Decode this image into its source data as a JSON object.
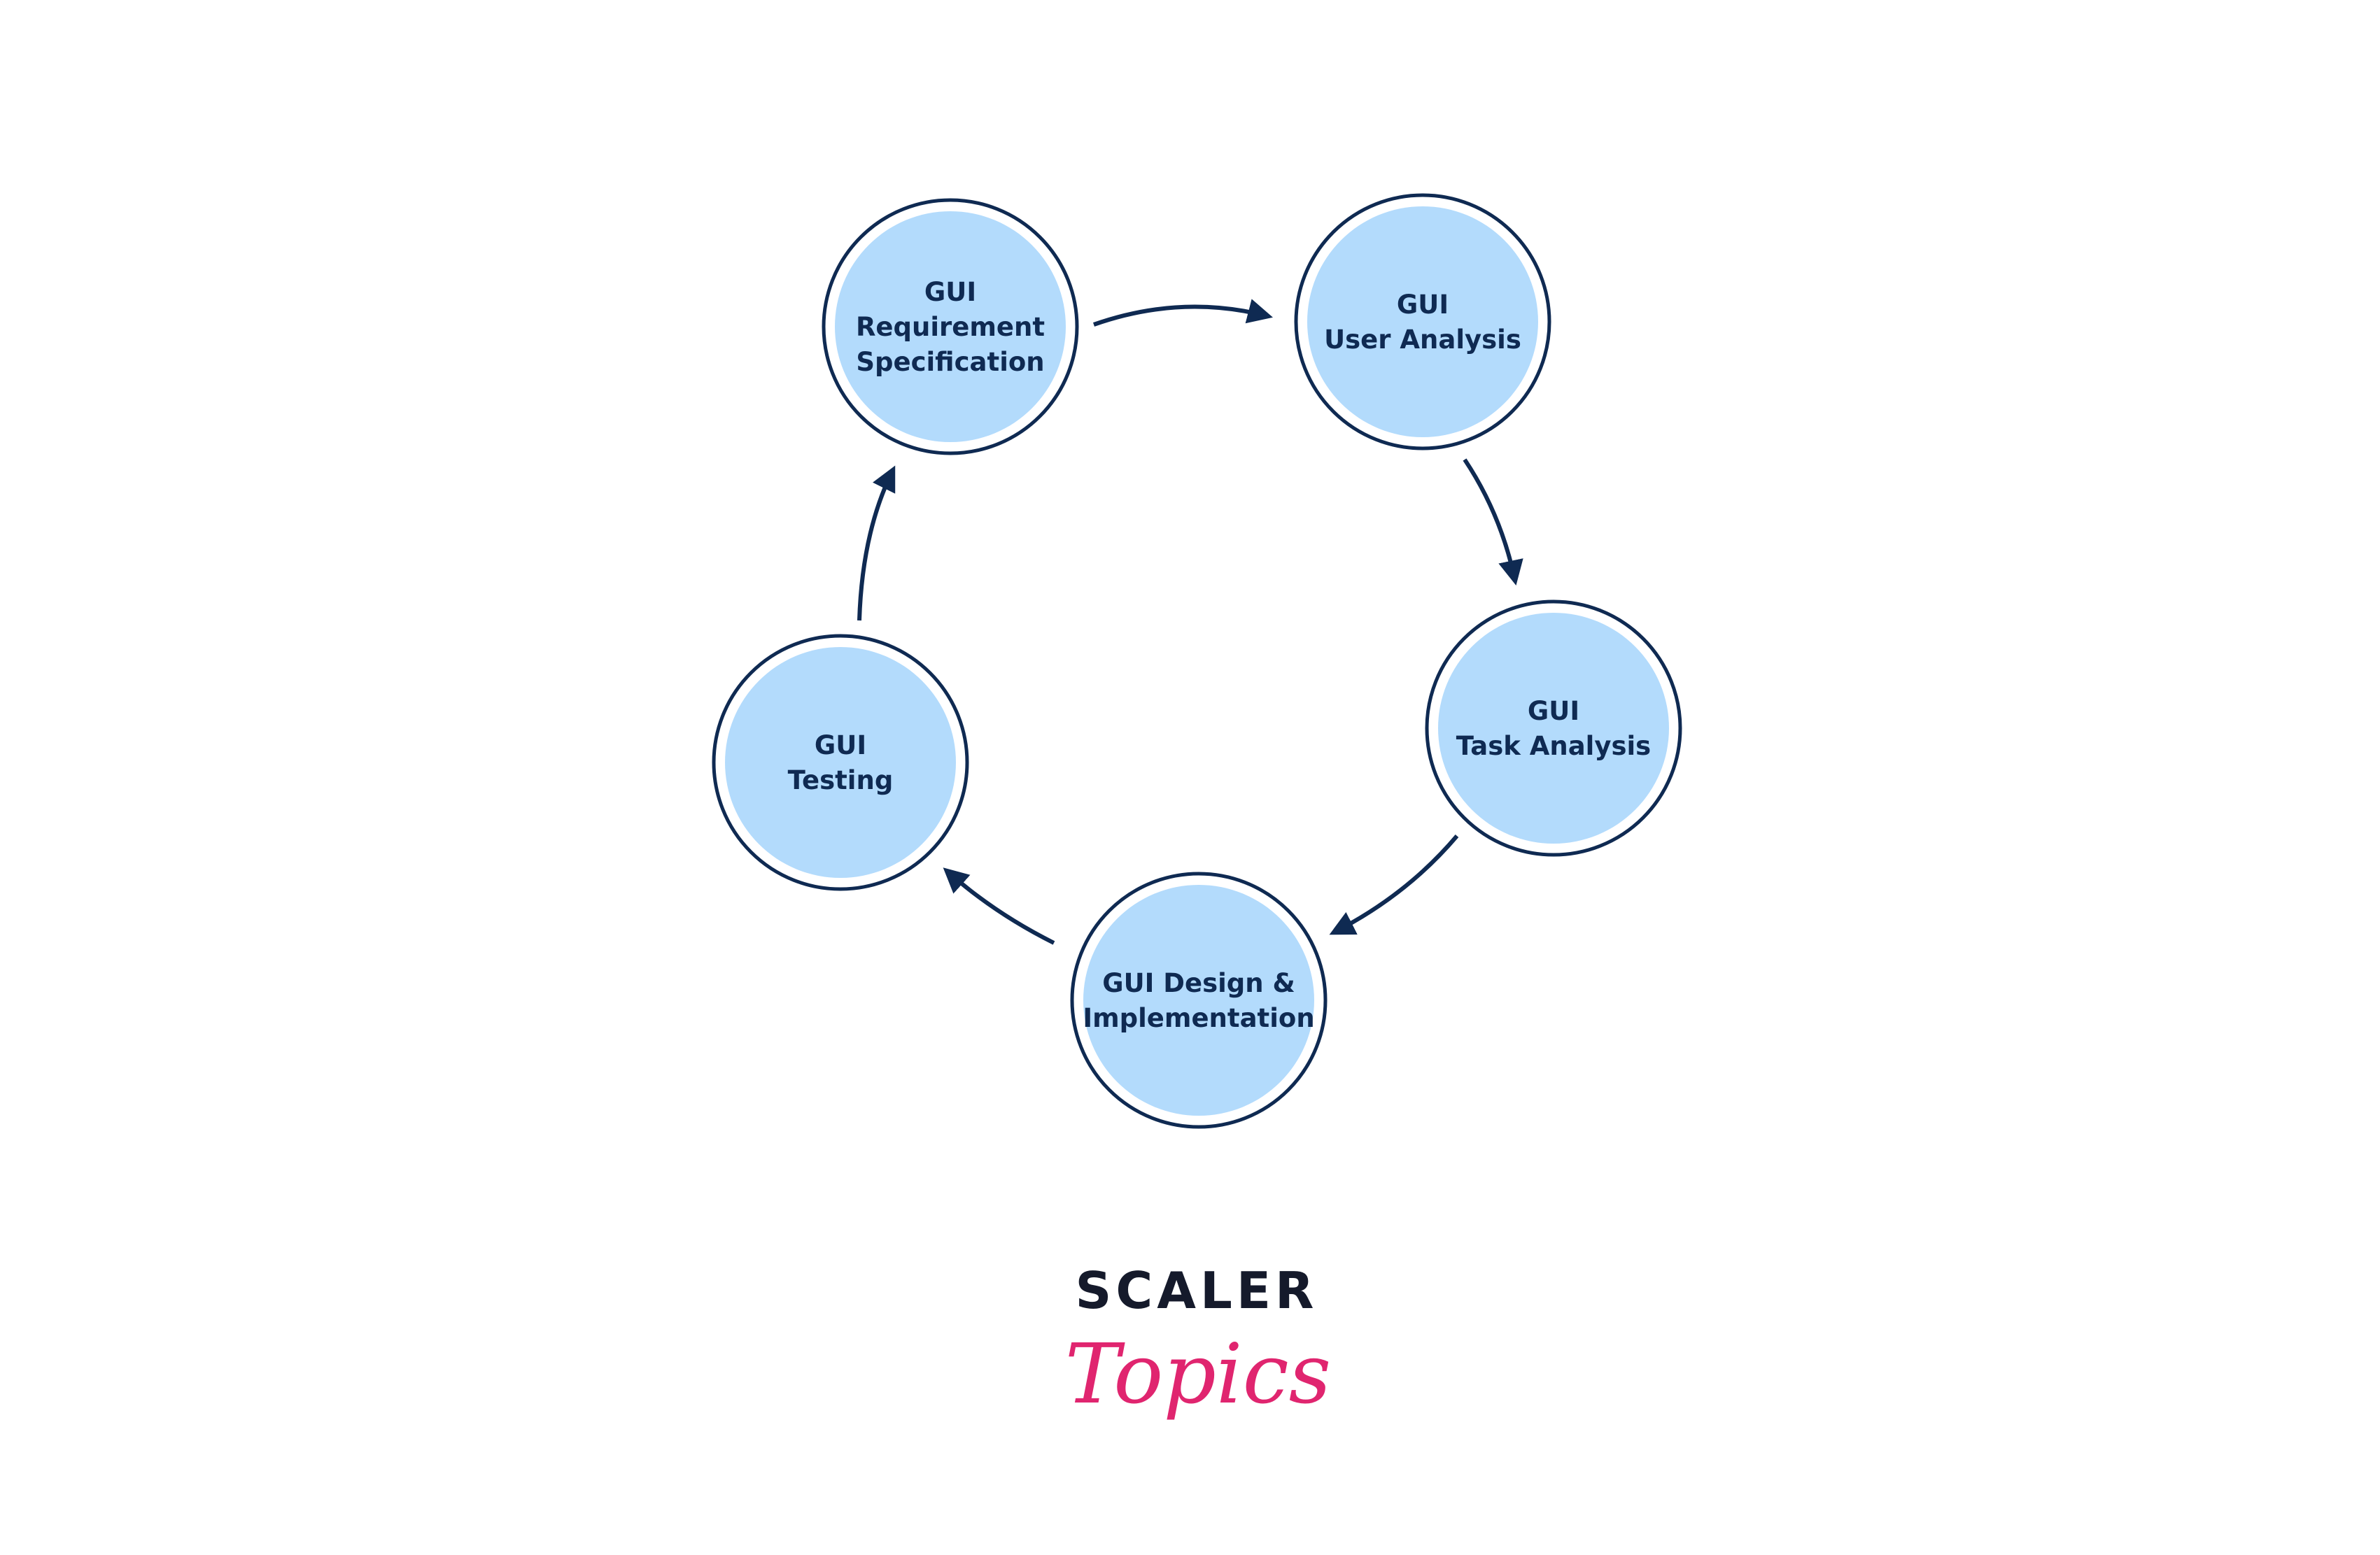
{
  "diagram": {
    "type": "cycle",
    "colors": {
      "node_fill": "#b3dbfc",
      "node_stroke": "#0f2a52",
      "arrow": "#0f2a52",
      "text": "#0f2a52"
    },
    "nodes": [
      {
        "id": "requirement",
        "lines": [
          "GUI",
          "Requirement",
          "Specification"
        ]
      },
      {
        "id": "user-analysis",
        "lines": [
          "GUI",
          "User Analysis"
        ]
      },
      {
        "id": "task-analysis",
        "lines": [
          "GUI",
          "Task Analysis"
        ]
      },
      {
        "id": "design",
        "lines": [
          "GUI Design &",
          "Implementation"
        ]
      },
      {
        "id": "testing",
        "lines": [
          "GUI",
          "Testing"
        ]
      }
    ],
    "edges": [
      {
        "from": "requirement",
        "to": "user-analysis"
      },
      {
        "from": "user-analysis",
        "to": "task-analysis"
      },
      {
        "from": "task-analysis",
        "to": "design"
      },
      {
        "from": "design",
        "to": "testing"
      },
      {
        "from": "testing",
        "to": "requirement"
      }
    ]
  },
  "brand": {
    "name": "SCALER",
    "sub": "Topics",
    "colors": {
      "name": "#151a2b",
      "sub": "#e0256f"
    }
  }
}
